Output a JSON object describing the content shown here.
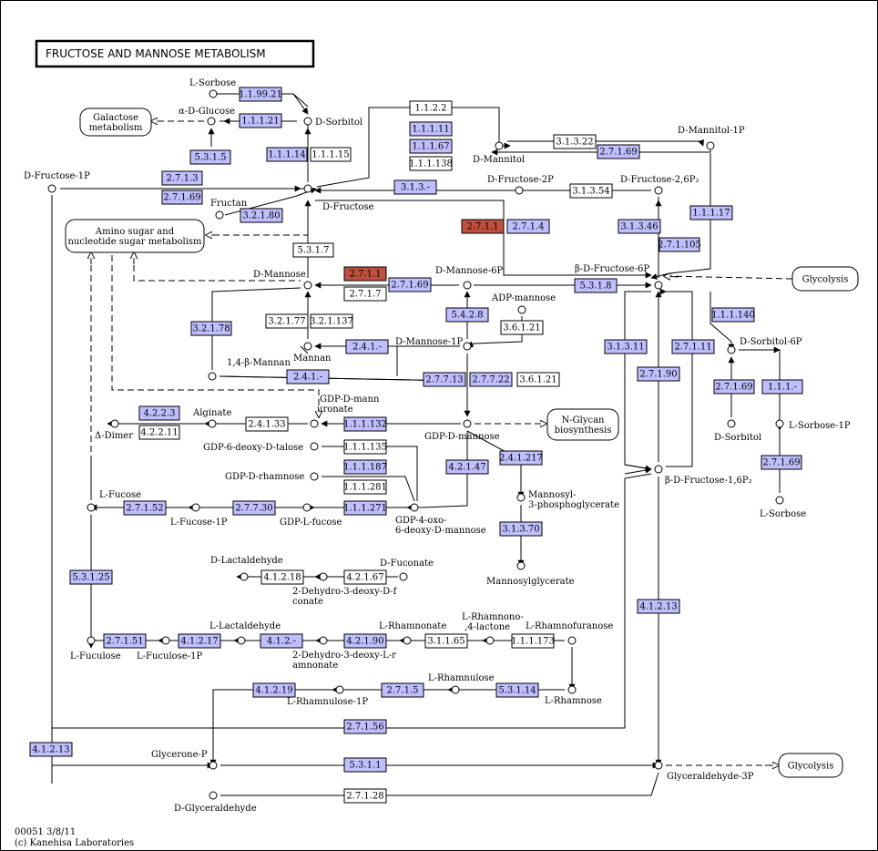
{
  "title": "FRUCTOSE AND MANNOSE METABOLISM",
  "footer": {
    "line1": "00051 3/8/11",
    "line2": "(c) Kanehisa Laboratories"
  },
  "colors": {
    "enzyme_present": "#bfbfff",
    "enzyme_highlight": "#bf5040",
    "enzyme_absent": "#ffffff",
    "line": "#000000"
  },
  "compounds": [
    {
      "id": "l_sorbose_top",
      "label": "L-Sorbose"
    },
    {
      "id": "alpha_d_glucose",
      "label": "α-D-Glucose"
    },
    {
      "id": "d_sorbitol",
      "label": "D-Sorbitol"
    },
    {
      "id": "d_mannitol",
      "label": "D-Mannitol"
    },
    {
      "id": "d_mannitol_1p",
      "label": "D-Mannitol-1P"
    },
    {
      "id": "d_fructose_1p",
      "label": "D-Fructose-1P"
    },
    {
      "id": "fructan",
      "label": "Fructan"
    },
    {
      "id": "d_fructose",
      "label": "D-Fructose"
    },
    {
      "id": "d_fructose_2p",
      "label": "D-Fructose-2P"
    },
    {
      "id": "d_fructose_26p2",
      "label": "D-Fructose-2,6P₂"
    },
    {
      "id": "d_mannose",
      "label": "D-Mannose"
    },
    {
      "id": "d_mannose_6p",
      "label": "D-Mannose-6P"
    },
    {
      "id": "beta_d_fructose_6p",
      "label": "β-D-Fructose-6P"
    },
    {
      "id": "adp_mannose",
      "label": "ADP-mannose"
    },
    {
      "id": "mannan",
      "label": "Mannan"
    },
    {
      "id": "d_mannose_1p",
      "label": "D-Mannose-1P"
    },
    {
      "id": "beta_mannan",
      "label": "1,4-β-Mannan"
    },
    {
      "id": "d_sorbitol_6p",
      "label": "D-Sorbitol-6P"
    },
    {
      "id": "gdp_d_mannuronate",
      "label": "GDP-D-mannuronate"
    },
    {
      "id": "alginate",
      "label": "Alginate"
    },
    {
      "id": "delta_dimer",
      "label": "Δ-Dimer"
    },
    {
      "id": "gdp_d_mannose",
      "label": "GDP-D-mannose"
    },
    {
      "id": "gdp_6_deoxy_d_talose",
      "label": "GDP-6-deoxy-D-talose"
    },
    {
      "id": "gdp_d_rhamnose",
      "label": "GDP-D-rhamnose"
    },
    {
      "id": "d_sorbitol_b",
      "label": "D-Sorbitol"
    },
    {
      "id": "l_sorbose_1p",
      "label": "L-Sorbose-1P"
    },
    {
      "id": "l_fucose",
      "label": "L-Fucose"
    },
    {
      "id": "l_fucose_1p",
      "label": "L-Fucose-1P"
    },
    {
      "id": "gdp_l_fucose",
      "label": "GDP-L-fucose"
    },
    {
      "id": "gdp_4_oxo",
      "label": "GDP-4-oxo-6-deoxy-D-mannose"
    },
    {
      "id": "mannosyl_3pg",
      "label": "Mannosyl-3-phosphoglycerate"
    },
    {
      "id": "beta_d_fructose_16p2",
      "label": "β-D-Fructose-1,6P₂"
    },
    {
      "id": "l_sorbose_b",
      "label": "L-Sorbose"
    },
    {
      "id": "d_lactaldehyde",
      "label": "D-Lactaldehyde"
    },
    {
      "id": "d_fuconate",
      "label": "D-Fuconate"
    },
    {
      "id": "dehydro_fuconate",
      "label": "2-Dehydro-3-deoxy-D-fuconate"
    },
    {
      "id": "mannosylglycerate",
      "label": "Mannosylglycerate"
    },
    {
      "id": "l_lactaldehyde",
      "label": "L-Lactaldehyde"
    },
    {
      "id": "l_rhamnonate",
      "label": "L-Rhamnonate"
    },
    {
      "id": "l_rhamnono_lactone",
      "label": "L-Rhamnono-1,4-lactone"
    },
    {
      "id": "l_rhamnofuranose",
      "label": "L-Rhamnofuranose"
    },
    {
      "id": "l_fuculose",
      "label": "L-Fuculose"
    },
    {
      "id": "l_fuculose_1p",
      "label": "L-Fuculose-1P"
    },
    {
      "id": "dehydro_rhamnonate",
      "label": "2-Dehydro-3-deoxy-L-rhamnonate"
    },
    {
      "id": "l_rhamnulose",
      "label": "L-Rhamnulose"
    },
    {
      "id": "l_rhamnulose_1p",
      "label": "L-Rhamnulose-1P"
    },
    {
      "id": "l_rhamnose",
      "label": "L-Rhamnose"
    },
    {
      "id": "glycerone_p",
      "label": "Glycerone-P"
    },
    {
      "id": "glyceraldehyde_3p",
      "label": "Glyceraldehyde-3P"
    },
    {
      "id": "d_glyceraldehyde",
      "label": "D-Glyceraldehyde"
    }
  ],
  "pathways": [
    {
      "id": "galactose",
      "lines": [
        "Galactose",
        "metabolism"
      ]
    },
    {
      "id": "amino_sugar",
      "lines": [
        "Amino sugar and",
        "nucleotide sugar metabolism"
      ]
    },
    {
      "id": "glycolysis_top",
      "lines": [
        "Glycolysis"
      ]
    },
    {
      "id": "n_glycan",
      "lines": [
        "N-Glycan",
        "biosynthesis"
      ]
    },
    {
      "id": "glycolysis_bottom",
      "lines": [
        "Glycolysis"
      ]
    }
  ],
  "enzymes": [
    {
      "label": "1.1.99.21",
      "state": "present"
    },
    {
      "label": "1.1.1.21",
      "state": "present"
    },
    {
      "label": "5.3.1.5",
      "state": "present"
    },
    {
      "label": "1.1.1.14",
      "state": "present"
    },
    {
      "label": "1.1.1.15",
      "state": "absent"
    },
    {
      "label": "1.1.2.2",
      "state": "absent"
    },
    {
      "label": "1.1.1.11",
      "state": "present"
    },
    {
      "label": "1.1.1.67",
      "state": "present"
    },
    {
      "label": "1.1.1.138",
      "state": "absent"
    },
    {
      "label": "3.1.3.22",
      "state": "absent"
    },
    {
      "label": "2.7.1.69",
      "state": "present"
    },
    {
      "label": "2.7.1.3",
      "state": "present"
    },
    {
      "label": "2.7.1.69",
      "state": "present"
    },
    {
      "label": "3.2.1.80",
      "state": "present"
    },
    {
      "label": "3.1.3.-",
      "state": "present"
    },
    {
      "label": "3.1.3.54",
      "state": "absent"
    },
    {
      "label": "1.1.1.17",
      "state": "present"
    },
    {
      "label": "2.7.1.1",
      "state": "highlight"
    },
    {
      "label": "2.7.1.4",
      "state": "present"
    },
    {
      "label": "3.1.3.46",
      "state": "present"
    },
    {
      "label": "2.7.1.105",
      "state": "present"
    },
    {
      "label": "5.3.1.7",
      "state": "absent"
    },
    {
      "label": "2.7.1.1",
      "state": "highlight"
    },
    {
      "label": "2.7.1.7",
      "state": "absent"
    },
    {
      "label": "2.7.1.69",
      "state": "present"
    },
    {
      "label": "5.3.1.8",
      "state": "present"
    },
    {
      "label": "3.2.1.77",
      "state": "absent"
    },
    {
      "label": "3.2.1.137",
      "state": "absent"
    },
    {
      "label": "5.4.2.8",
      "state": "present"
    },
    {
      "label": "3.6.1.21",
      "state": "absent"
    },
    {
      "label": "3.2.1.78",
      "state": "present"
    },
    {
      "label": "2.4.1.-",
      "state": "present"
    },
    {
      "label": "2.4.1.-",
      "state": "present"
    },
    {
      "label": "1.1.1.140",
      "state": "present"
    },
    {
      "label": "3.1.3.11",
      "state": "present"
    },
    {
      "label": "2.7.1.11",
      "state": "present"
    },
    {
      "label": "2.7.1.90",
      "state": "present"
    },
    {
      "label": "2.7.7.13",
      "state": "present"
    },
    {
      "label": "2.7.7.22",
      "state": "present"
    },
    {
      "label": "3.6.1.21",
      "state": "absent"
    },
    {
      "label": "2.7.1.69",
      "state": "present"
    },
    {
      "label": "1.1.1.-",
      "state": "present"
    },
    {
      "label": "4.2.2.3",
      "state": "present"
    },
    {
      "label": "4.2.2.11",
      "state": "absent"
    },
    {
      "label": "2.4.1.33",
      "state": "absent"
    },
    {
      "label": "1.1.1.132",
      "state": "present"
    },
    {
      "label": "1.1.1.135",
      "state": "absent"
    },
    {
      "label": "2.4.1.217",
      "state": "present"
    },
    {
      "label": "1.1.1.187",
      "state": "present"
    },
    {
      "label": "1.1.1.281",
      "state": "absent"
    },
    {
      "label": "4.2.1.47",
      "state": "present"
    },
    {
      "label": "2.7.1.69",
      "state": "present"
    },
    {
      "label": "2.7.1.52",
      "state": "present"
    },
    {
      "label": "2.7.7.30",
      "state": "present"
    },
    {
      "label": "1.1.1.271",
      "state": "present"
    },
    {
      "label": "3.1.3.70",
      "state": "present"
    },
    {
      "label": "5.3.1.25",
      "state": "present"
    },
    {
      "label": "4.1.2.18",
      "state": "absent"
    },
    {
      "label": "4.2.1.67",
      "state": "absent"
    },
    {
      "label": "4.1.2.13",
      "state": "present"
    },
    {
      "label": "2.7.1.51",
      "state": "present"
    },
    {
      "label": "4.1.2.17",
      "state": "present"
    },
    {
      "label": "4.1.2.-",
      "state": "present"
    },
    {
      "label": "4.2.1.90",
      "state": "present"
    },
    {
      "label": "3.1.1.65",
      "state": "absent"
    },
    {
      "label": "1.1.1.173",
      "state": "absent"
    },
    {
      "label": "4.1.2.19",
      "state": "present"
    },
    {
      "label": "2.7.1.5",
      "state": "present"
    },
    {
      "label": "5.3.1.14",
      "state": "present"
    },
    {
      "label": "2.7.1.56",
      "state": "present"
    },
    {
      "label": "4.1.2.13",
      "state": "present"
    },
    {
      "label": "5.3.1.1",
      "state": "present"
    },
    {
      "label": "2.7.1.28",
      "state": "absent"
    }
  ]
}
